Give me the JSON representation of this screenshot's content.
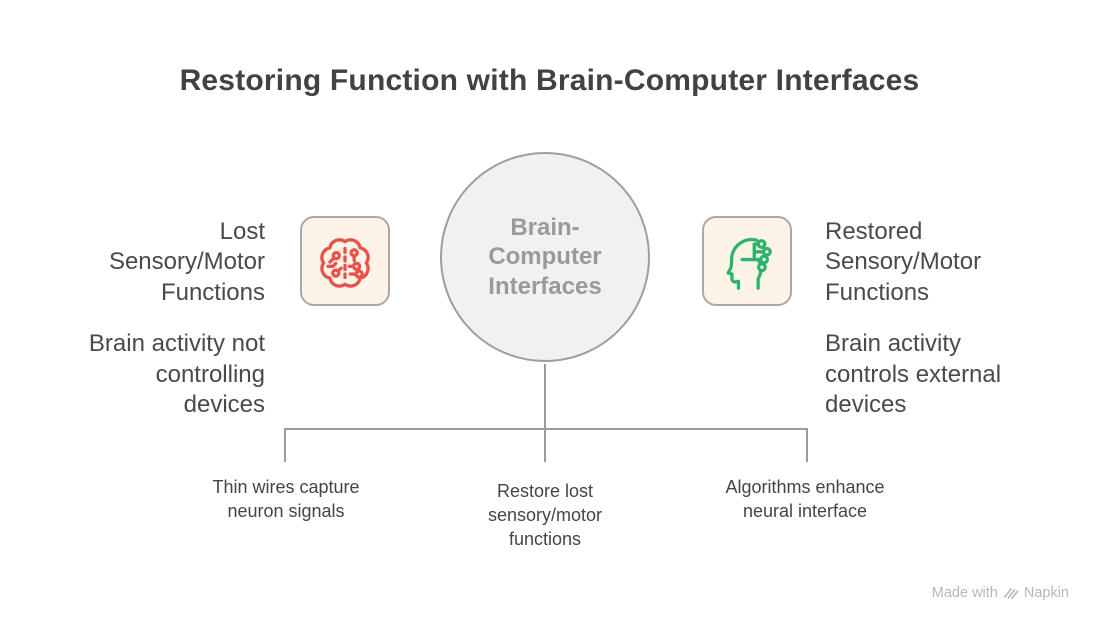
{
  "title": "Restoring Function with Brain-Computer Interfaces",
  "center": {
    "label": "Brain-\nComputer\nInterfaces"
  },
  "left": {
    "heading": "Lost\nSensory/Motor\nFunctions",
    "description": "Brain activity not\ncontrolling\ndevices",
    "icon": "brain-circuit-icon",
    "icon_color": "#e8524d"
  },
  "right": {
    "heading": "Restored\nSensory/Motor\nFunctions",
    "description": "Brain activity\ncontrols external\ndevices",
    "icon": "head-circuit-icon",
    "icon_color": "#2cb46a"
  },
  "branches": [
    {
      "label": "Thin wires capture\nneuron signals"
    },
    {
      "label": "Restore lost\nsensory/motor\nfunctions"
    },
    {
      "label": "Algorithms enhance\nneural interface"
    }
  ],
  "footer": {
    "made_with": "Made with",
    "brand": "Napkin"
  },
  "colors": {
    "accent_red": "#e8524d",
    "accent_green": "#2cb46a",
    "node_fill": "#f1f1f1",
    "node_border": "#9e9e9e",
    "icon_box_fill": "#fdf3e6",
    "icon_box_border": "#a9a9a9",
    "connector": "#9b9b9b",
    "title_text": "#424242",
    "body_text": "#4a4a4a",
    "muted_text": "#9a9a9a",
    "watermark_text": "#b8b8b8"
  }
}
